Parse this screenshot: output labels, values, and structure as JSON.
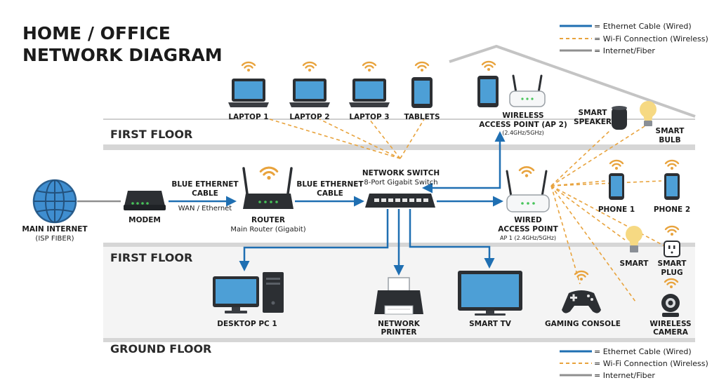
{
  "title": {
    "line1": "HOME / OFFICE",
    "line2": "NETWORK DIAGRAM"
  },
  "legend_top": {
    "wired": "= Ethernet Cable (Wired)",
    "wifi": "= Wi-Fi Connection (Wireless)",
    "fiber": "= Internet/Fiber"
  },
  "legend_bottom": {
    "wired": "= Ethernet Cable (Wired)",
    "wifi": "= Wi-Fi Connection (Wireless)",
    "fiber": "= Internet/Fiber"
  },
  "floors": {
    "upper": "FIRST FLOOR",
    "middle": "FIRST FLOOR",
    "ground": "GROUND FLOOR"
  },
  "nodes": {
    "internet": {
      "label": "MAIN INTERNET",
      "sub": "(ISP FIBER)"
    },
    "modem": {
      "label": "MODEM"
    },
    "router": {
      "label": "ROUTER",
      "sub": "Main Router (Gigabit)"
    },
    "switch": {
      "label": "NETWORK SWITCH",
      "sub": "8-Port Gigabit Switch"
    },
    "wired_ap": {
      "label1": "WIRED",
      "label2": "ACCESS POINT",
      "sub": "AP 1 (2.4GHz/5GHz)"
    },
    "wireless_ap": {
      "label1": "WIRELESS",
      "label2": "ACCESS POINT (AP 2)",
      "sub": "(2.4GHz/5GHz)"
    },
    "laptop1": {
      "label": "LAPTOP 1"
    },
    "laptop2": {
      "label": "LAPTOP 2"
    },
    "laptop3": {
      "label": "LAPTOP 3"
    },
    "tablets": {
      "label": "TABLETS"
    },
    "smart_speaker": {
      "label1": "SMART",
      "label2": "SPEAKER"
    },
    "smart_bulb": {
      "label1": "SMART",
      "label2": "BULB"
    },
    "phone1": {
      "label": "PHONE 1"
    },
    "phone2": {
      "label": "PHONE 2"
    },
    "smart": {
      "label": "SMART"
    },
    "smart_plug": {
      "label1": "SMART",
      "label2": "PLUG"
    },
    "desktop": {
      "label": "DESKTOP PC 1"
    },
    "printer": {
      "label1": "NETWORK",
      "label2": "PRINTER"
    },
    "smart_tv": {
      "label": "SMART TV"
    },
    "gaming": {
      "label": "GAMING CONSOLE"
    },
    "camera": {
      "label1": "WIRELESS",
      "label2": "CAMERA"
    }
  },
  "links": {
    "modem_router": {
      "label1": "BLUE ETHERNET",
      "label2": "CABLE",
      "sub": "WAN / Ethernet"
    },
    "router_switch": {
      "label1": "BLUE ETHERNET",
      "label2": "CABLE"
    }
  },
  "colors": {
    "wired": "#1f6fb2",
    "wifi": "#e8a33d",
    "fiber": "#8f8f8f",
    "floor_band": "#d6d6d6"
  }
}
